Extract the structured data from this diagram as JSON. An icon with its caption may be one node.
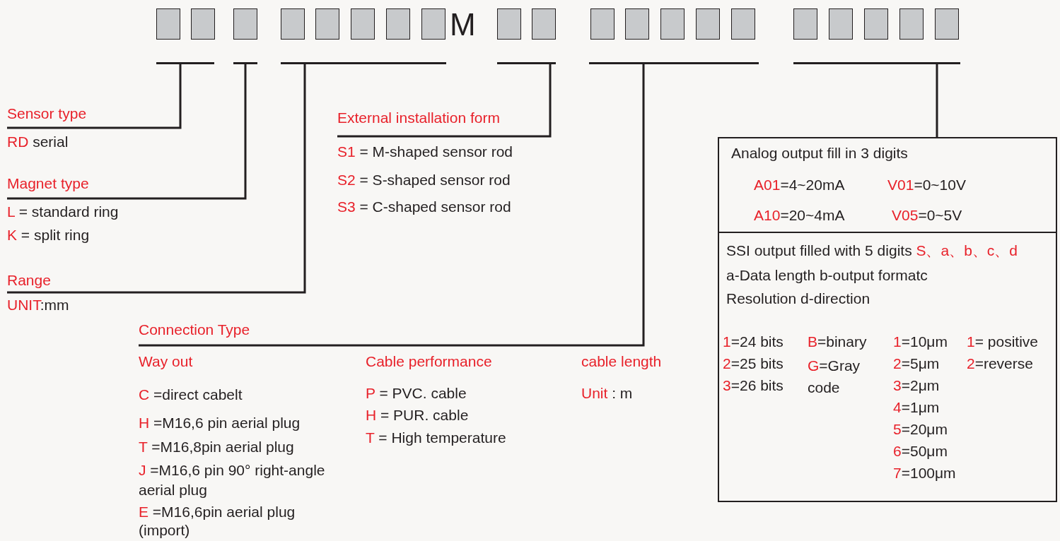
{
  "diagram": {
    "nodes": [
      {
        "text": [],
        "shape": "bar"
      },
      {
        "text": [],
        "shape": "bar"
      },
      {
        "text": [],
        "shape": "bar"
      },
      {
        "text": [],
        "shape": "bar"
      },
      {
        "text": [],
        "shape": "bar"
      },
      {
        "text": [],
        "shape": "bar"
      },
      {
        "text": [
          "Sensor type",
          "RD serial"
        ]
      },
      {
        "text": [
          "Magnet type",
          "L = standard ring",
          "K = split ring"
        ]
      },
      {
        "text": [
          "Range",
          "UNIT:mm"
        ]
      },
      {
        "text": [
          "External installation form",
          "S1 = M-shaped sensor rod",
          "S2 = S-shaped sensor rod",
          "S3 = C-shaped sensor rod"
        ]
      },
      {
        "text": [
          "Connection Type"
        ]
      },
      {
        "text": [
          "Way out",
          "C =direct cabelt",
          "H =M16,6 pin aerial plug",
          "T =M16,8pin aerial plug",
          "J =M16,6 pin 90° right-angle aerial plug",
          "E =M16,6pin aerial plug (import)"
        ]
      },
      {
        "text": [
          "Cable performance",
          "P = PVC. cable",
          "H = PUR. cable",
          "T = High temperature"
        ]
      },
      {
        "text": [
          "cable length",
          "Unit : m"
        ]
      },
      {
        "text": [],
        "shape": "box"
      },
      {
        "text": [
          "Analog output fill in 3 digits",
          "A01=4~20mA",
          "V01=0~10V",
          "A10=20~4mA",
          "V05=0~5V"
        ],
        "in": 14
      },
      {
        "text": [
          "SSI output filled with 5 digits S、a、b、c、d",
          "a-Data length b-output formatc Resolution d-direction",
          "1=24 bits",
          "2=25 bits",
          "3=26 bits",
          "B=binary",
          "G=Gray code",
          "1=10μm",
          "2=5μm",
          "3=2μm",
          "4=1μm",
          "5=20μm",
          "6=50μm",
          "7=100μm",
          "1= positive",
          "2=reverse"
        ],
        "in": 14
      }
    ],
    "edges": [
      {
        "from": 0,
        "to": 6,
        "arrow": "none"
      },
      {
        "from": 1,
        "to": 7,
        "arrow": "none"
      },
      {
        "from": 2,
        "to": 8,
        "arrow": "none"
      },
      {
        "from": 3,
        "to": 9,
        "arrow": "none"
      },
      {
        "from": 4,
        "to": 10,
        "arrow": "none"
      },
      {
        "from": 5,
        "to": 14,
        "arrow": "none"
      }
    ],
    "labels": [
      "M"
    ]
  }
}
